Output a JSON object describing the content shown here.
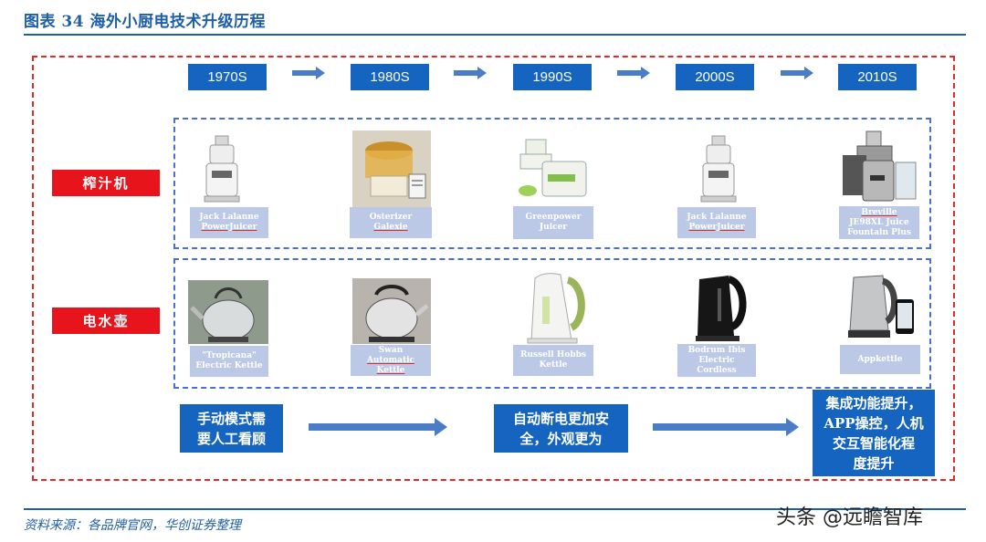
{
  "title": "图表 34   海外小厨电技术升级历程",
  "eras": [
    "1970S",
    "1980S",
    "1990S",
    "2000S",
    "2010S"
  ],
  "categories": {
    "juicer": "榨汁机",
    "kettle": "电水壶"
  },
  "juicers": [
    {
      "lines": [
        "Jack Lalanne",
        "PowerJuicer"
      ],
      "underline": [
        false,
        true
      ]
    },
    {
      "lines": [
        "Osterizer",
        "Galexie"
      ],
      "underline": [
        false,
        true
      ]
    },
    {
      "lines": [
        "Greenpower",
        "Juicer"
      ],
      "underline": [
        false,
        false
      ]
    },
    {
      "lines": [
        "Jack Lalanne",
        "PowerJuicer"
      ],
      "underline": [
        false,
        true
      ]
    },
    {
      "lines": [
        "Breville",
        "JE98XL Juice",
        "Fountain Plus"
      ],
      "underline": [
        true,
        false,
        false
      ]
    }
  ],
  "kettles": [
    {
      "lines": [
        "\"Tropicana\"",
        "Electric Kettle"
      ],
      "underline": [
        false,
        false
      ]
    },
    {
      "lines": [
        "Swan",
        "Automatic",
        "Kettle"
      ],
      "underline": [
        false,
        true,
        true
      ]
    },
    {
      "lines": [
        "Russell Hobbs",
        "Kettle"
      ],
      "underline": [
        false,
        false
      ]
    },
    {
      "lines": [
        "Bodrum Ibis",
        "Electric",
        "Cordless"
      ],
      "underline": [
        false,
        false,
        false
      ]
    },
    {
      "lines": [
        "Appkettle"
      ],
      "underline": [
        false
      ]
    }
  ],
  "stages": [
    {
      "lines": [
        "手动模式需",
        "要人工看顾"
      ]
    },
    {
      "lines": [
        "自动断电更加安",
        "全，外观更为"
      ]
    },
    {
      "lines": [
        "集成功能提升，",
        "APP操控，人机",
        "交互智能化程",
        "度提升"
      ]
    }
  ],
  "source": "资料来源：各品牌官网，华创证券整理",
  "watermark": "头条 @远瞻智库",
  "colors": {
    "accent_blue": "#1565c0",
    "title_blue": "#1f5fa8",
    "label_red": "#e8141c",
    "outer_dash_red": "#e02a2a",
    "inner_dash_blue": "#4a6fd1",
    "caption_bg": "#bcc9e6"
  }
}
